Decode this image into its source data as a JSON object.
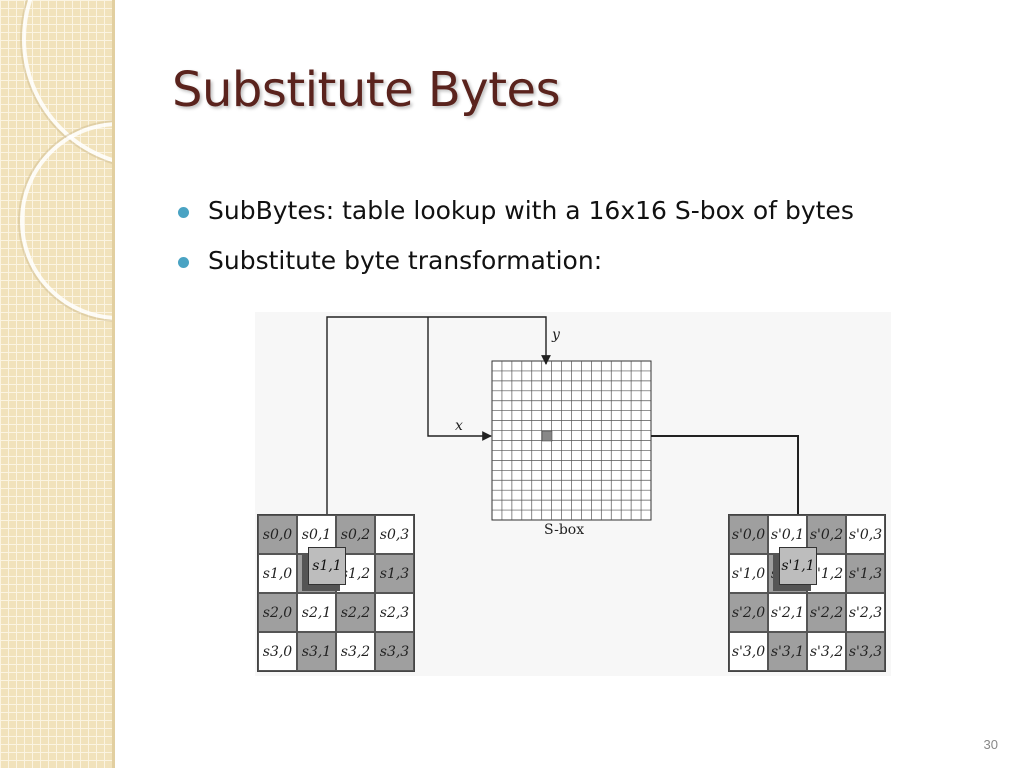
{
  "slide": {
    "title": "Substitute Bytes",
    "bullets": [
      "SubBytes: table lookup with a 16x16 S-box of bytes",
      "Substitute byte transformation:"
    ],
    "page_number": "30"
  },
  "figure": {
    "labels": {
      "y": "y",
      "x": "x",
      "sbox": "S-box"
    },
    "input_state": [
      [
        "s0,0",
        "s0,1",
        "s0,2",
        "s0,3"
      ],
      [
        "s1,0",
        "s1,1",
        "s1,2",
        "s1,3"
      ],
      [
        "s2,0",
        "s2,1",
        "s2,2",
        "s2,3"
      ],
      [
        "s3,0",
        "s3,1",
        "s3,2",
        "s3,3"
      ]
    ],
    "output_state": [
      [
        "s'0,0",
        "s'0,1",
        "s'0,2",
        "s'0,3"
      ],
      [
        "s'1,0",
        "s'1,1",
        "s'1,2",
        "s'1,3"
      ],
      [
        "s'2,0",
        "s'2,1",
        "s'2,2",
        "s'2,3"
      ],
      [
        "s'3,0",
        "s'3,1",
        "s'3,2",
        "s'3,3"
      ]
    ],
    "highlighted_input": "s1,1",
    "highlighted_output": "s'1,1"
  },
  "colors": {
    "title": "#5a231d",
    "bullet": "#4aa3c3",
    "cell_dark": "#9f9f9f"
  }
}
